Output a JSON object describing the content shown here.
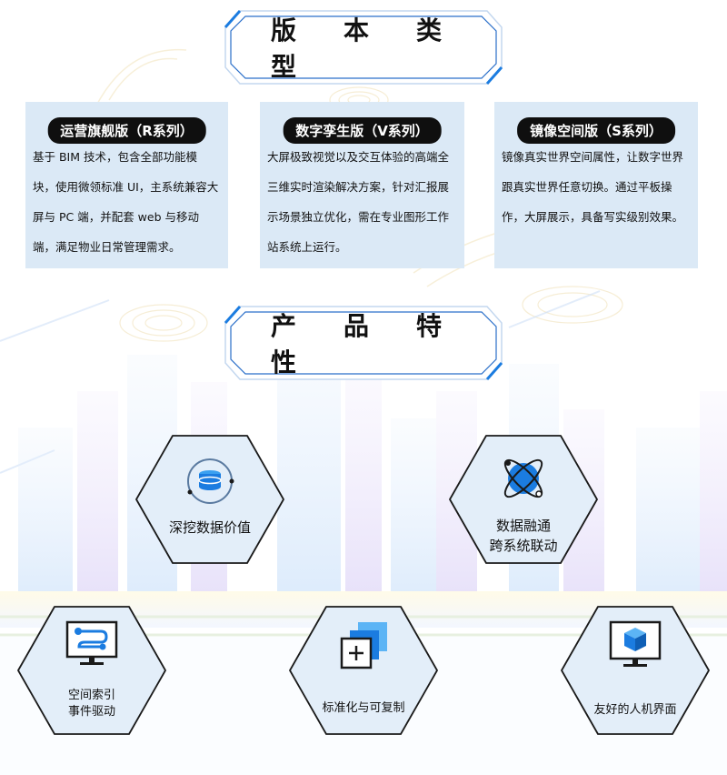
{
  "sections": {
    "versions_title": "版本类型",
    "features_title": "产品特性"
  },
  "versions": [
    {
      "name": "运营旗舰版（R系列）",
      "desc": "基于 BIM 技术，包含全部功能模块，使用微领标准 UI，主系统兼容大屏与 PC 端，并配套 web 与移动端，满足物业日常管理需求。"
    },
    {
      "name": "数字孪生版（V系列）",
      "desc": "大屏极致视觉以及交互体验的高端全三维实时渲染解决方案，针对汇报展示场景独立优化，需在专业图形工作站系统上运行。"
    },
    {
      "name": "镜像空间版（S系列）",
      "desc": "镜像真实世界空间属性，让数字世界跟真实世界任意切换。通过平板操作，大屏展示，具备写实级别效果。"
    }
  ],
  "features": [
    {
      "line1": "深挖数据价值",
      "line2": "",
      "icon": "database-disc-icon"
    },
    {
      "line1": "数据融通",
      "line2": "跨系统联动",
      "icon": "orbit-atom-icon"
    },
    {
      "line1": "空间索引",
      "line2": "事件驱动",
      "icon": "monitor-path-icon"
    },
    {
      "line1": "标准化与可复制",
      "line2": "",
      "icon": "stacked-add-icon"
    },
    {
      "line1": "友好的人机界面",
      "line2": "",
      "icon": "monitor-cube-icon"
    }
  ],
  "colors": {
    "accent_blue": "#1b7ce0",
    "card_bg": "#dbe9f6",
    "hex_bg": "#e3eef9",
    "dark": "#0f0f0f"
  }
}
